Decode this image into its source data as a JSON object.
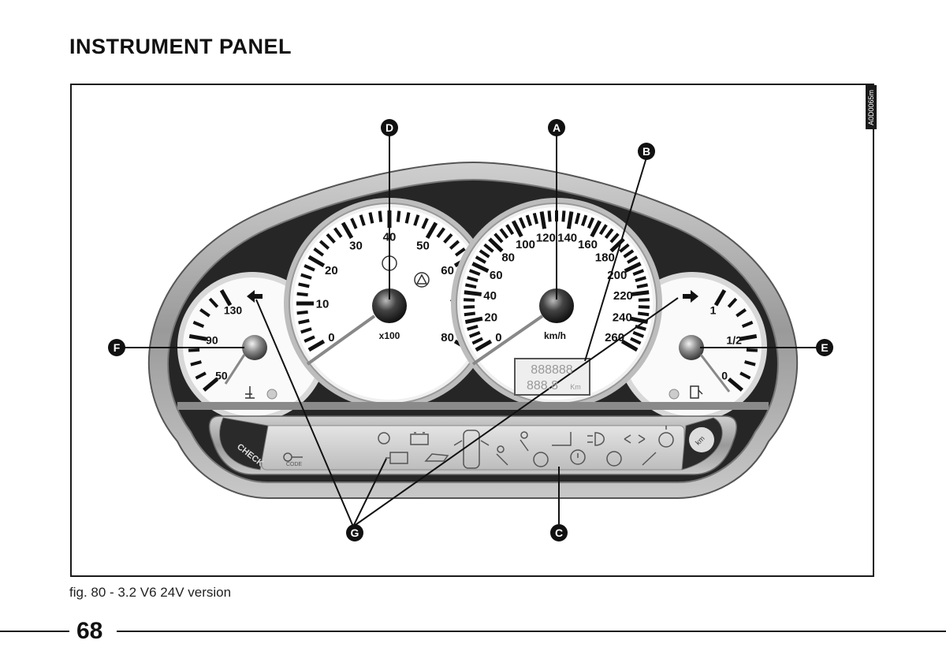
{
  "header": {
    "title": "INSTRUMENT PANEL"
  },
  "figure": {
    "code": "A0D0065m",
    "caption": "fig. 80 - 3.2 V6 24V version",
    "callouts": {
      "A": "A",
      "B": "B",
      "C": "C",
      "D": "D",
      "E": "E",
      "F": "F",
      "G": "G"
    },
    "tachometer": {
      "labels": [
        "0",
        "10",
        "20",
        "30",
        "40",
        "50",
        "60",
        "70",
        "80"
      ],
      "unit": "x100"
    },
    "speedometer": {
      "labels": [
        "0",
        "20",
        "40",
        "60",
        "80",
        "100",
        "120",
        "140",
        "160",
        "180",
        "200",
        "220",
        "240",
        "260"
      ],
      "unit": "km/h"
    },
    "temperature": {
      "labels": [
        "50",
        "90",
        "130"
      ]
    },
    "fuel": {
      "labels": [
        "0",
        "1/2",
        "1"
      ]
    },
    "odometer": {
      "upper": "888888",
      "lower": "888.8",
      "unit": "Km"
    },
    "check_button": "CHECK",
    "code_label": "CODE",
    "km_button": "km"
  },
  "footer": {
    "page_number": "68"
  }
}
